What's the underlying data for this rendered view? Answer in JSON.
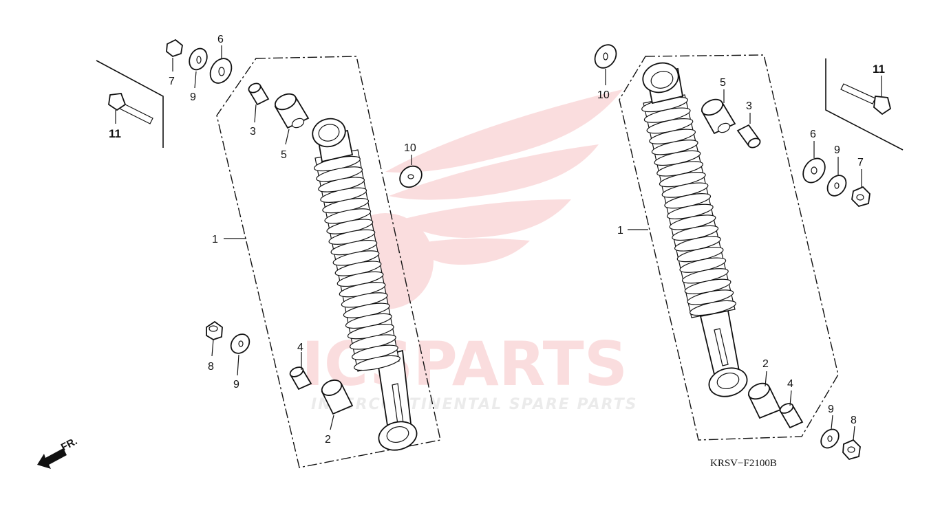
{
  "colors": {
    "line": "#111111",
    "watermark_red": "#e6343a",
    "watermark_gray": "#8a8a8a"
  },
  "watermark": {
    "logo_text": "ICSPARTS",
    "tagline": "INTERCONTINENTAL SPARE PARTS"
  },
  "diagram_code": "KRSV−F2100B",
  "direction_label": "FR.",
  "left_assembly": {
    "callouts": {
      "c1": "1",
      "c2": "2",
      "c3": "3",
      "c4": "4",
      "c5": "5",
      "c6": "6",
      "c7": "7",
      "c8": "8",
      "c9a": "9",
      "c9b": "9",
      "c10": "10",
      "c11": "11"
    }
  },
  "right_assembly": {
    "callouts": {
      "c1": "1",
      "c2": "2",
      "c3": "3",
      "c4": "4",
      "c5": "5",
      "c6": "6",
      "c7": "7",
      "c8": "8",
      "c9a": "9",
      "c9b": "9",
      "c10": "10",
      "c11": "11"
    }
  }
}
